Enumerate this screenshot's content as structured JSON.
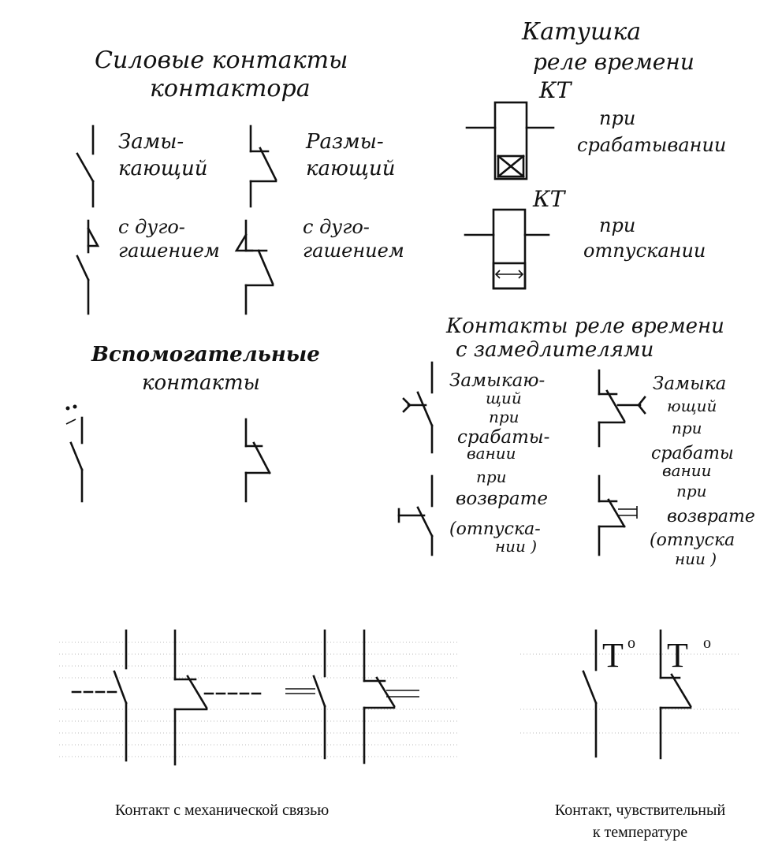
{
  "colors": {
    "ink": "#111111",
    "paper": "#ffffff"
  },
  "power_contacts": {
    "title_line1": "Силовые контакты",
    "title_line2": "контактора",
    "closing_l1": "Замы-",
    "closing_l2": "кающий",
    "opening_l1": "Размы-",
    "opening_l2": "кающий",
    "arc_l1": "с дуго-",
    "arc_l2": "гашением",
    "arc2_l1": "с дуго-",
    "arc2_l2": "гашением"
  },
  "coil": {
    "title_l1": "Катушка",
    "title_l2": "реле времени",
    "label_top": "КТ",
    "on_l1": "при",
    "on_l2": "срабатывании",
    "label_bottom": "КТ",
    "off_l1": "при",
    "off_l2": "отпускании"
  },
  "auxiliary": {
    "title_l1": "Вспомогательные",
    "title_l2": "контакты"
  },
  "time_relay": {
    "title_l1": "Контакты реле времени",
    "title_l2": "с замедлителями",
    "a_l1": "Замыкаю-",
    "a_l2": "щий",
    "a_l3": "при",
    "a_l4": "срабаты-",
    "a_l5": "вании",
    "b_l1": "Замыка",
    "b_l2": "ющий",
    "b_l3": "при",
    "b_l4": "срабаты",
    "b_l5": "вании",
    "c_l1": "при",
    "c_l2": "возврате",
    "c_l3": "(отпуска-",
    "c_l4": "нии )",
    "d_l1": "при",
    "d_l2": "возврате",
    "d_l3": "(отпуска",
    "d_l4": "нии )"
  },
  "bottom": {
    "temp_sym_1": "T",
    "temp_deg_1": "o",
    "temp_sym_2": "T",
    "temp_deg_2": "o",
    "caption_mech": "Контакт с механической связью",
    "caption_temp_l1": "Контакт, чувствительный",
    "caption_temp_l2": "к температуре"
  }
}
